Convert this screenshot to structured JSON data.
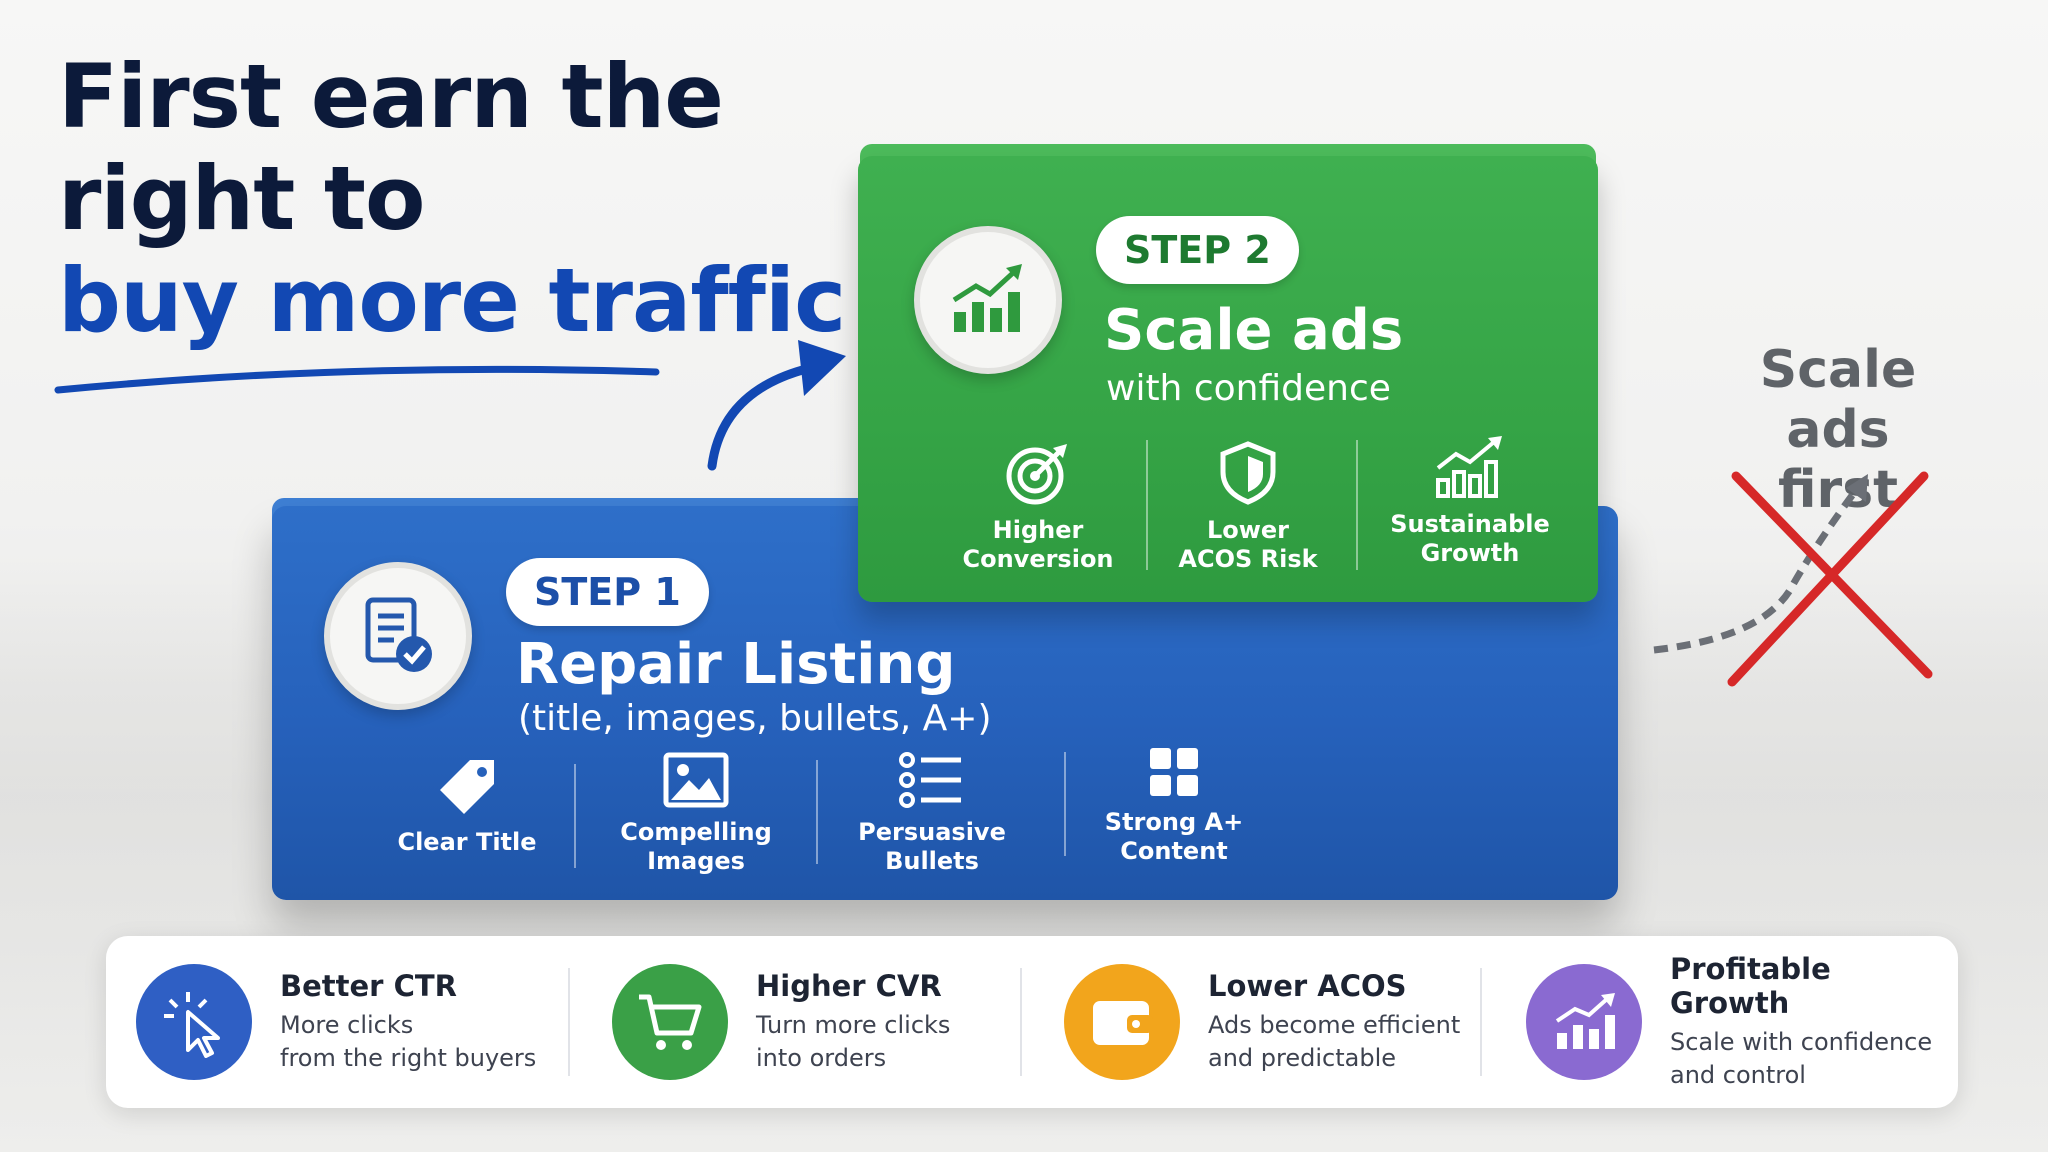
{
  "headline": {
    "line1": "First earn the",
    "line2": "right to",
    "line3": "buy more traffic"
  },
  "step1": {
    "badge": "STEP 1",
    "title": "Repair Listing",
    "subtitle": "(title, images, bullets, A+)",
    "icon": "document-check-icon",
    "features": [
      {
        "icon": "tag-icon",
        "line1": "Clear Title",
        "line2": ""
      },
      {
        "icon": "image-icon",
        "line1": "Compelling",
        "line2": "Images"
      },
      {
        "icon": "list-icon",
        "line1": "Persuasive",
        "line2": "Bullets"
      },
      {
        "icon": "grid-icon",
        "line1": "Strong A+",
        "line2": "Content"
      }
    ]
  },
  "step2": {
    "badge": "STEP 2",
    "title": "Scale ads",
    "subtitle": "with confidence",
    "icon": "growth-chart-icon",
    "features": [
      {
        "icon": "target-icon",
        "line1": "Higher",
        "line2": "Conversion"
      },
      {
        "icon": "shield-icon",
        "line1": "Lower",
        "line2": "ACOS Risk"
      },
      {
        "icon": "bar-growth-icon",
        "line1": "Sustainable",
        "line2": "Growth"
      }
    ]
  },
  "alternative": {
    "line1": "Scale ads",
    "line2": "first"
  },
  "benefits": [
    {
      "title": "Better CTR",
      "desc1": "More clicks",
      "desc2": "from the right buyers",
      "icon": "click-cursor-icon",
      "color": "#2f5fc4"
    },
    {
      "title": "Higher CVR",
      "desc1": "Turn more clicks",
      "desc2": "into orders",
      "icon": "cart-icon",
      "color": "#3aa047"
    },
    {
      "title": "Lower ACOS",
      "desc1": "Ads become efficient",
      "desc2": "and predictable",
      "icon": "wallet-icon",
      "color": "#f2a51c"
    },
    {
      "title": "Profitable Growth",
      "desc1": "Scale with confidence",
      "desc2": "and control",
      "icon": "chart-up-icon",
      "color": "#8a6ad1"
    }
  ],
  "colors": {
    "navy": "#0c1a3a",
    "blue": "#1248b3",
    "step1_block": "#2661bb",
    "step2_block": "#35a446",
    "cross": "#d62828"
  }
}
